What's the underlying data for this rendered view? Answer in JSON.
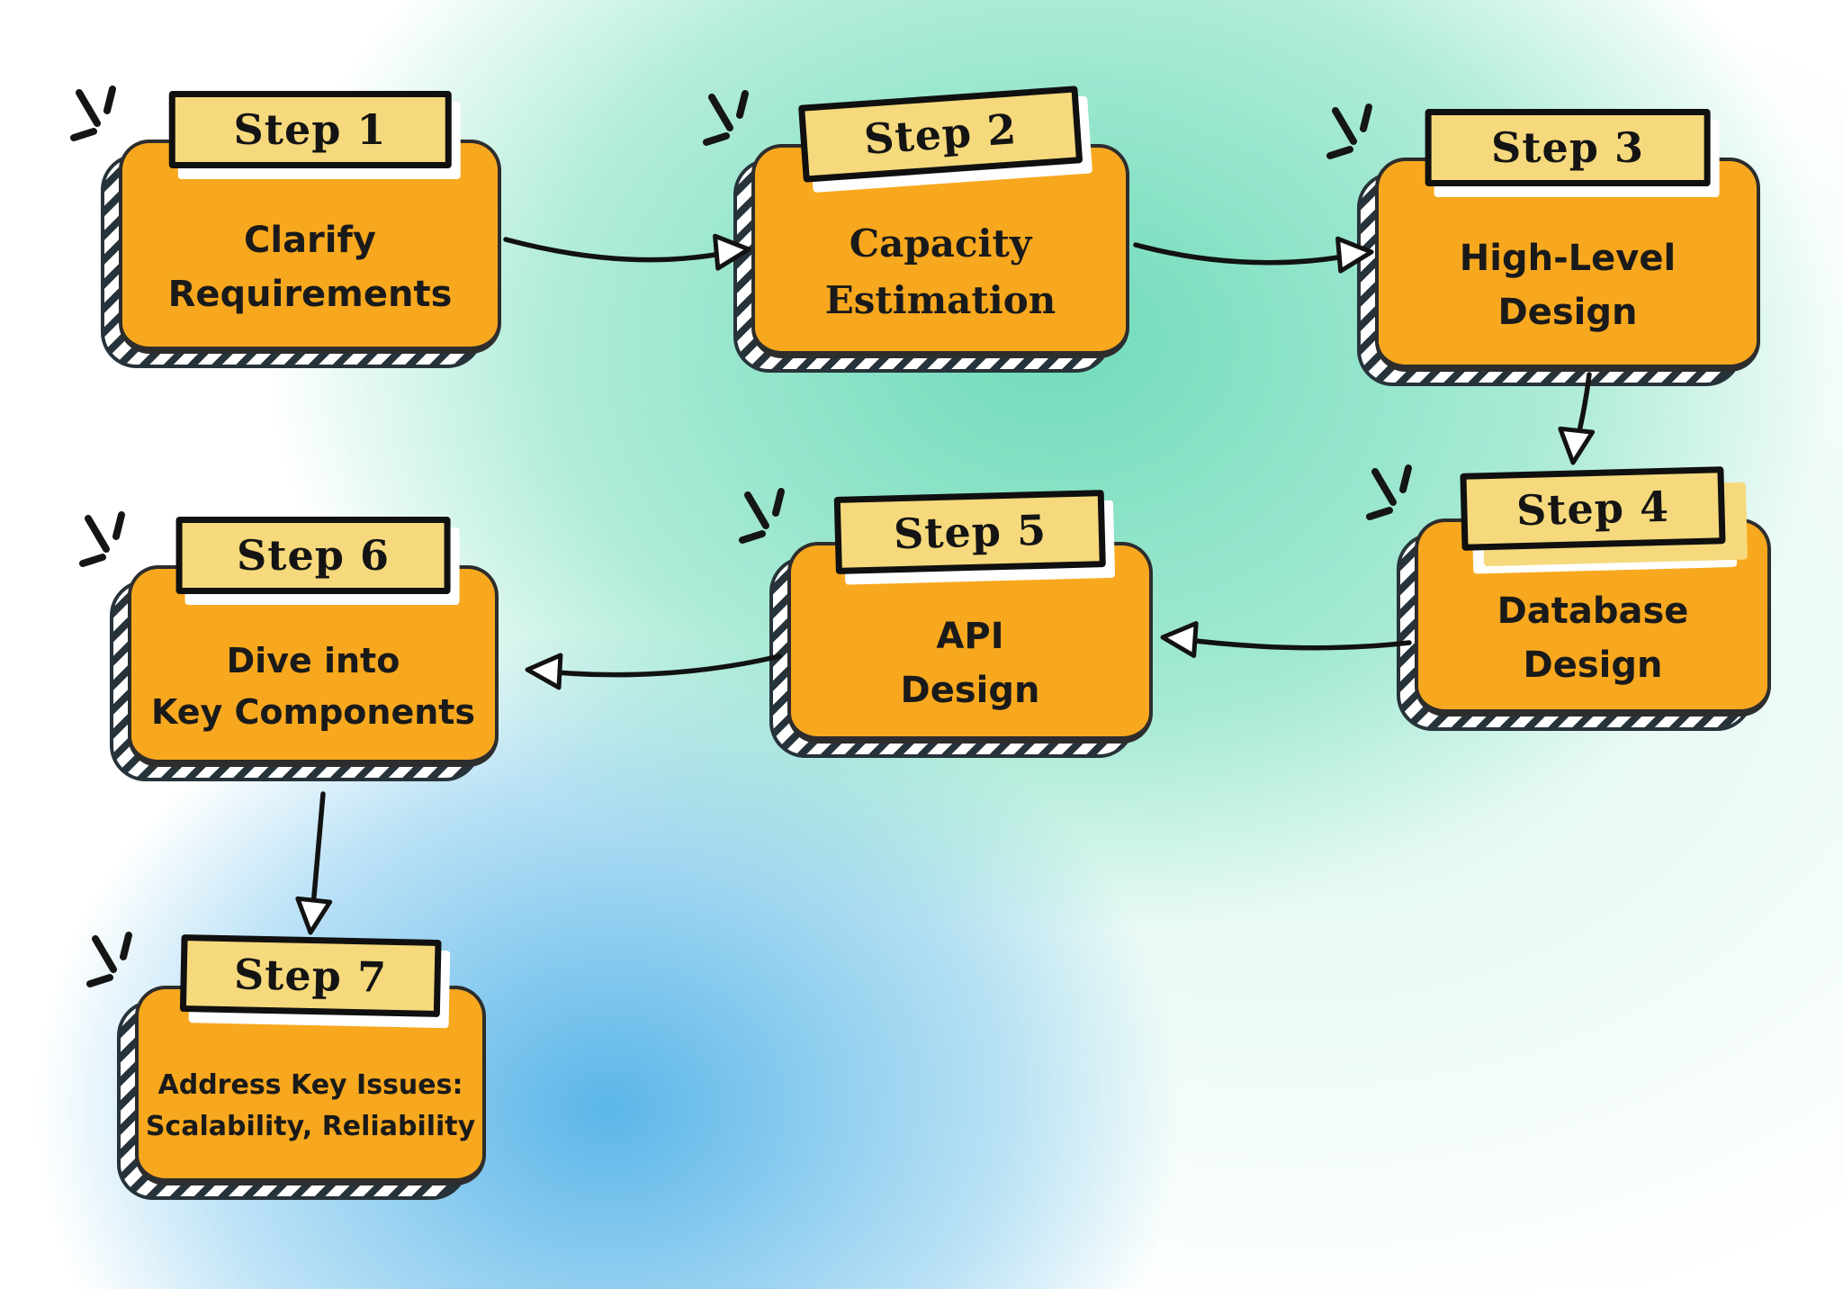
{
  "steps": [
    {
      "label": "Step 1",
      "line1": "Clarify",
      "line2": "Requirements"
    },
    {
      "label": "Step 2",
      "line1": "Capacity",
      "line2": "Estimation"
    },
    {
      "label": "Step 3",
      "line1": "High-Level",
      "line2": "Design"
    },
    {
      "label": "Step 4",
      "line1": "Database",
      "line2": "Design"
    },
    {
      "label": "Step 5",
      "line1": "API",
      "line2": "Design"
    },
    {
      "label": "Step 6",
      "line1": "Dive into",
      "line2": "Key Components"
    },
    {
      "label": "Step 7",
      "line1": "Address Key Issues:",
      "line2": "Scalability, Reliability"
    }
  ],
  "flow": [
    [
      1,
      2
    ],
    [
      2,
      3
    ],
    [
      3,
      4
    ],
    [
      4,
      5
    ],
    [
      5,
      6
    ],
    [
      6,
      7
    ]
  ],
  "colors": {
    "box_orange": "#F8A81E",
    "label_yellow": "#F6D97C",
    "hatch_dark": "#27333A",
    "ink": "#141414",
    "arrow_ink": "#121212",
    "bg_teal": "#65D8B5",
    "bg_blue": "#52B2E8"
  }
}
